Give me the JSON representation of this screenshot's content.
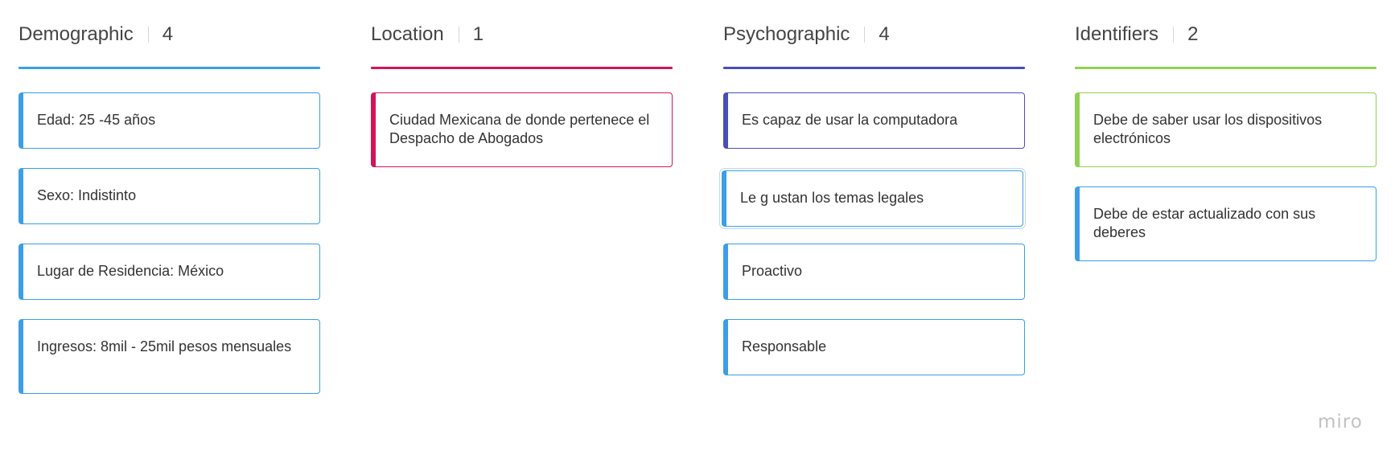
{
  "board": {
    "columns": [
      {
        "title": "Demographic",
        "count": "4",
        "accent": "#3a9fe6",
        "cards": [
          {
            "text": "Edad: 25 -45 años",
            "color": "#3a9fe6"
          },
          {
            "text": "Sexo: Indistinto",
            "color": "#3a9fe6"
          },
          {
            "text": "Lugar de Residencia: México",
            "color": "#3a9fe6"
          },
          {
            "text": "Ingresos: 8mil - 25mil pesos mensuales",
            "color": "#3a9fe6"
          }
        ]
      },
      {
        "title": "Location",
        "count": "1",
        "accent": "#d3145a",
        "cards": [
          {
            "text": "Ciudad Mexicana de donde pertenece el Despacho de Abogados",
            "color": "#d3145a"
          }
        ]
      },
      {
        "title": "Psychographic",
        "count": "4",
        "accent": "#4a4fb5",
        "cards": [
          {
            "text": "Es capaz de usar la computadora",
            "color": "#4a4fb5"
          },
          {
            "text": "Le g ustan los temas legales",
            "color": "#3a9fe6"
          },
          {
            "text": "Proactivo",
            "color": "#3a9fe6"
          },
          {
            "text": "Responsable",
            "color": "#3a9fe6"
          }
        ]
      },
      {
        "title": "Identifiers",
        "count": "2",
        "accent": "#8fd14f",
        "cards": [
          {
            "text": "Debe de saber usar los dispositivos electrónicos",
            "color": "#8fd14f"
          },
          {
            "text": "Debe de estar actualizado con sus deberes",
            "color": "#3a9fe6"
          }
        ]
      }
    ]
  },
  "watermark": "miro"
}
